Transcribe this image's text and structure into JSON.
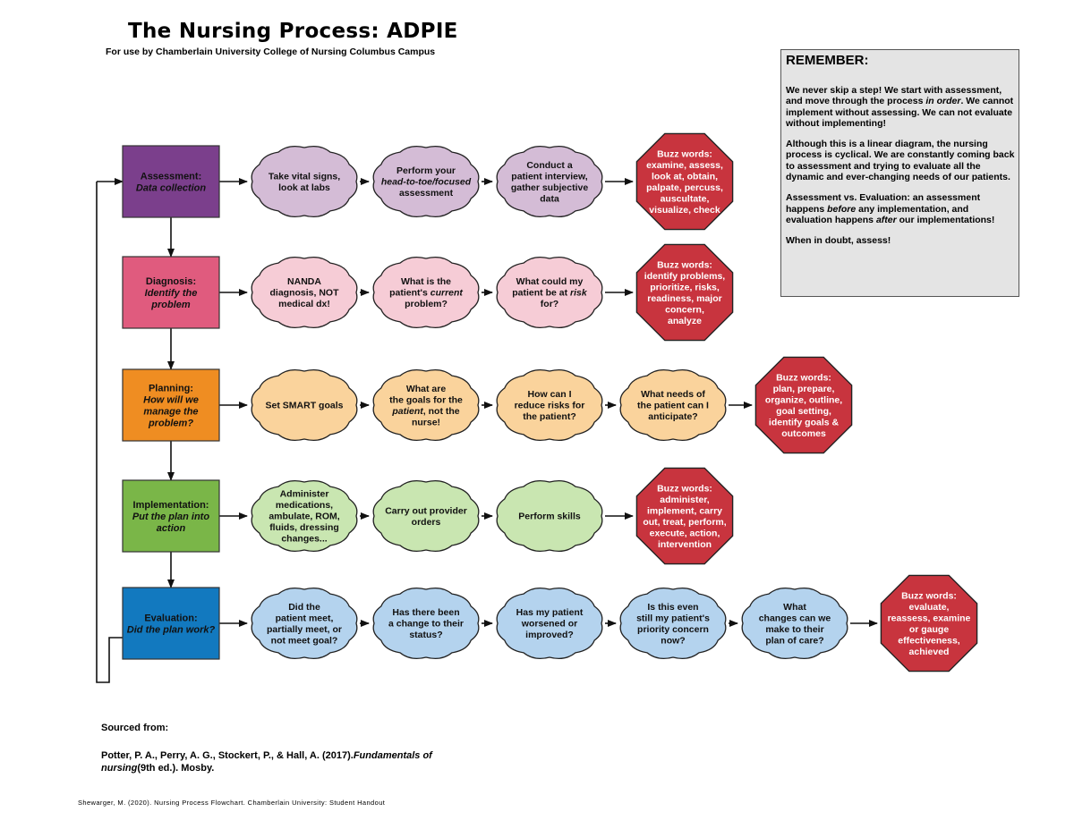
{
  "title": "The Nursing Process: ADPIE",
  "subtitle": "For use by Chamberlain University College of Nursing Columbus Campus",
  "remember": {
    "heading": "REMEMBER:",
    "p1_part1": "We never skip a step! We start with assessment, and move through the process ",
    "p1_em": "in order",
    "p1_part2": ". We cannot implement without assessing. We can not evaluate without implementing!",
    "p2": "Although this is a linear diagram, the nursing process is cyclical. We are constantly coming back to assessment and trying to evaluate all the dynamic and ever-changing needs of our patients.",
    "p3_part1": "Assessment vs. Evaluation: an assessment happens ",
    "p3_em1": "before",
    "p3_part2": " any implementation, and evaluation happens ",
    "p3_em2": "after",
    "p3_part3": " our implementations!",
    "p4": "When in doubt, assess!"
  },
  "colors": {
    "assessment": "#7b3f8c",
    "assessment_cloud": "#d4bcd6",
    "diagnosis": "#e05b7e",
    "diagnosis_cloud": "#f6ccd6",
    "planning": "#ef8d22",
    "planning_cloud": "#fad39c",
    "implementation": "#7ab648",
    "implementation_cloud": "#c9e6b1",
    "evaluation": "#1279bf",
    "evaluation_cloud": "#b4d3ee",
    "stop": "#c8343e"
  },
  "rows": [
    {
      "id": "assessment",
      "step_lines": [
        {
          "t": "Assessment:",
          "i": false
        },
        {
          "t": "Data collection",
          "i": true
        }
      ],
      "clouds": [
        [
          [
            {
              "t": "Take vital signs,"
            }
          ],
          [
            {
              "t": "look at labs"
            }
          ]
        ],
        [
          [
            {
              "t": "Perform your"
            }
          ],
          [
            {
              "t": "head-to-toe/focused",
              "i": true
            }
          ],
          [
            {
              "t": "assessment"
            }
          ]
        ],
        [
          [
            {
              "t": "Conduct a"
            }
          ],
          [
            {
              "t": "patient interview,"
            }
          ],
          [
            {
              "t": "gather subjective"
            }
          ],
          [
            {
              "t": "data"
            }
          ]
        ]
      ],
      "buzz": [
        "Buzz words:",
        "examine, assess,",
        "look at, obtain,",
        "palpate, percuss,",
        "auscultate,",
        "visualize, check"
      ]
    },
    {
      "id": "diagnosis",
      "step_lines": [
        {
          "t": "Diagnosis:",
          "i": false
        },
        {
          "t": "Identify the",
          "i": true
        },
        {
          "t": "problem",
          "i": true
        }
      ],
      "clouds": [
        [
          [
            {
              "t": "NANDA"
            }
          ],
          [
            {
              "t": "diagnosis, NOT"
            }
          ],
          [
            {
              "t": "medical dx!"
            }
          ]
        ],
        [
          [
            {
              "t": "What is the"
            }
          ],
          [
            {
              "t": "patient's "
            },
            {
              "t": "current",
              "i": true
            }
          ],
          [
            {
              "t": "problem?"
            }
          ]
        ],
        [
          [
            {
              "t": "What could my"
            }
          ],
          [
            {
              "t": "patient be at "
            },
            {
              "t": "risk",
              "i": true
            }
          ],
          [
            {
              "t": "for?"
            }
          ]
        ]
      ],
      "buzz": [
        "Buzz words:",
        "identify problems,",
        "prioritize, risks,",
        "readiness, major",
        "concern,",
        "analyze"
      ]
    },
    {
      "id": "planning",
      "step_lines": [
        {
          "t": "Planning:",
          "i": false
        },
        {
          "t": "How will we",
          "i": true
        },
        {
          "t": "manage the",
          "i": true
        },
        {
          "t": "problem?",
          "i": true
        }
      ],
      "clouds": [
        [
          [
            {
              "t": "Set SMART goals"
            }
          ]
        ],
        [
          [
            {
              "t": "What are"
            }
          ],
          [
            {
              "t": "the goals for the"
            }
          ],
          [
            {
              "t": "patient",
              "i": true
            },
            {
              "t": ", not the"
            }
          ],
          [
            {
              "t": "nurse!"
            }
          ]
        ],
        [
          [
            {
              "t": "How can I"
            }
          ],
          [
            {
              "t": "reduce risks for"
            }
          ],
          [
            {
              "t": "the patient?"
            }
          ]
        ],
        [
          [
            {
              "t": "What needs of"
            }
          ],
          [
            {
              "t": "the patient can I"
            }
          ],
          [
            {
              "t": "anticipate?"
            }
          ]
        ]
      ],
      "buzz": [
        "Buzz words:",
        "plan, prepare,",
        "organize, outline,",
        "goal setting,",
        "identify goals &",
        "outcomes"
      ]
    },
    {
      "id": "implementation",
      "step_lines": [
        {
          "t": "Implementation:",
          "i": false
        },
        {
          "t": "Put the plan into",
          "i": true
        },
        {
          "t": "action",
          "i": true
        }
      ],
      "clouds": [
        [
          [
            {
              "t": "Administer"
            }
          ],
          [
            {
              "t": "medications,"
            }
          ],
          [
            {
              "t": "ambulate, ROM,"
            }
          ],
          [
            {
              "t": "fluids, dressing"
            }
          ],
          [
            {
              "t": "changes..."
            }
          ]
        ],
        [
          [
            {
              "t": "Carry out provider"
            }
          ],
          [
            {
              "t": "orders"
            }
          ]
        ],
        [
          [
            {
              "t": "Perform skills"
            }
          ]
        ]
      ],
      "buzz": [
        "Buzz words:",
        "administer,",
        "implement, carry",
        "out, treat, perform,",
        "execute, action,",
        "intervention"
      ]
    },
    {
      "id": "evaluation",
      "step_lines": [
        {
          "t": "Evaluation:",
          "i": false
        },
        {
          "t": "Did the plan work?",
          "i": true
        }
      ],
      "clouds": [
        [
          [
            {
              "t": "Did the"
            }
          ],
          [
            {
              "t": "patient meet,"
            }
          ],
          [
            {
              "t": "partially meet, or"
            }
          ],
          [
            {
              "t": "not meet goal?"
            }
          ]
        ],
        [
          [
            {
              "t": "Has there been"
            }
          ],
          [
            {
              "t": "a change to their"
            }
          ],
          [
            {
              "t": "status?"
            }
          ]
        ],
        [
          [
            {
              "t": "Has my patient"
            }
          ],
          [
            {
              "t": "worsened or"
            }
          ],
          [
            {
              "t": "improved?"
            }
          ]
        ],
        [
          [
            {
              "t": "Is this even"
            }
          ],
          [
            {
              "t": "still my patient's"
            }
          ],
          [
            {
              "t": "priority concern"
            }
          ],
          [
            {
              "t": "now?"
            }
          ]
        ],
        [
          [
            {
              "t": "What"
            }
          ],
          [
            {
              "t": "changes can we"
            }
          ],
          [
            {
              "t": "make to their"
            }
          ],
          [
            {
              "t": "plan of care?"
            }
          ]
        ]
      ],
      "buzz": [
        "Buzz words:",
        "evaluate,",
        "reassess, examine",
        "or gauge",
        "effectiveness,",
        "achieved"
      ]
    }
  ],
  "sources": {
    "heading": "Sourced from:",
    "ref_part1": "Potter, P. A., Perry, A. G., Stockert, P., & Hall, A. (2017).",
    "ref_em": "Fundamentals of nursing",
    "ref_part2": "(9th ed.). Mosby."
  },
  "credit": "Shewarger, M. (2020). Nursing Process Flowchart. Chamberlain University: Student Handout"
}
